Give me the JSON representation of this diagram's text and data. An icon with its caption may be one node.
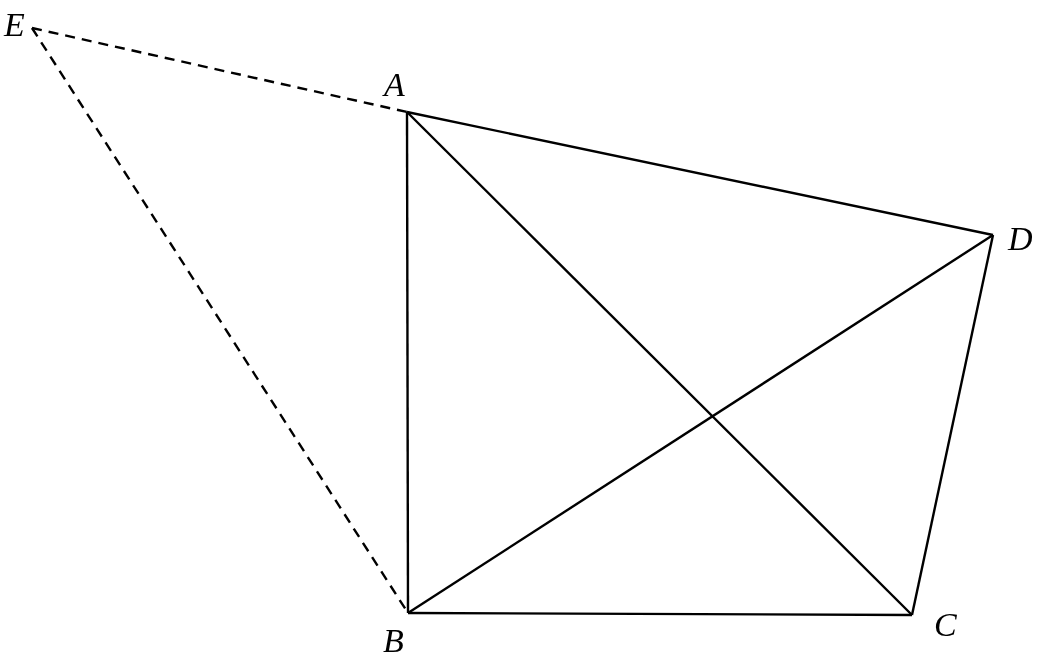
{
  "diagram": {
    "nodes": [
      {
        "text": [
          "E"
        ]
      },
      {
        "text": [
          "A"
        ]
      },
      {
        "text": [
          "D"
        ]
      },
      {
        "text": [
          "B"
        ]
      },
      {
        "text": [
          "C"
        ]
      }
    ],
    "edges": [
      {
        "from": 0,
        "to": 1,
        "arrow": "none",
        "style": "dashed"
      },
      {
        "from": 0,
        "to": 3,
        "arrow": "none",
        "style": "dashed"
      },
      {
        "from": 1,
        "to": 3,
        "arrow": "none"
      },
      {
        "from": 1,
        "to": 4,
        "arrow": "none"
      },
      {
        "from": 1,
        "to": 2,
        "arrow": "none"
      },
      {
        "from": 3,
        "to": 4,
        "arrow": "none"
      },
      {
        "from": 3,
        "to": 2,
        "arrow": "none"
      },
      {
        "from": 4,
        "to": 2,
        "arrow": "none"
      }
    ]
  }
}
